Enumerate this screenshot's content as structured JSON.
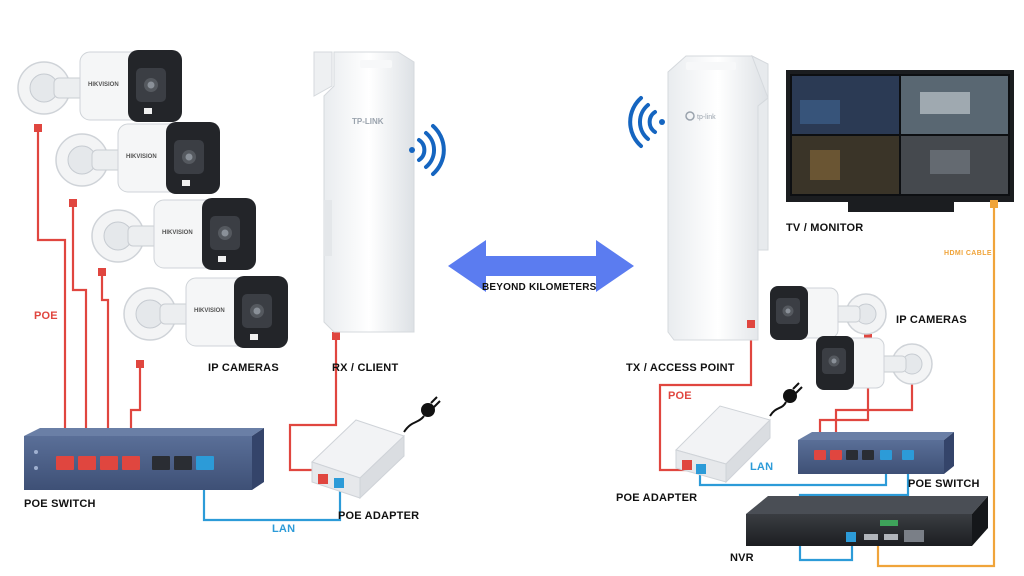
{
  "labels": {
    "ip_cameras_left": "IP CAMERAS",
    "rx_client": "RX / CLIENT",
    "poe_left": "POE",
    "poe_switch_left": "POE SWITCH",
    "lan_left": "LAN",
    "poe_adapter_left": "POE ADAPTER",
    "beyond": "BEYOND KILOMETERS",
    "tx_ap": "TX / ACCESS POINT",
    "poe_right": "POE",
    "poe_adapter_right": "POE ADAPTER",
    "lan_right": "LAN",
    "ip_cameras_right": "IP CAMERAS",
    "poe_switch_right": "POE SWITCH",
    "tv_monitor": "TV / MONITOR",
    "hdmi_cable": "HDMI CABLE",
    "nvr": "NVR"
  },
  "brands": {
    "left_cpe": "TP-LINK",
    "right_cpe": "tp-link",
    "camera": "HIKVISION"
  },
  "colors": {
    "poe": "#e0463f",
    "lan": "#2c9bd8",
    "hdmi": "#f0a43a",
    "arrow": "#5b7cf0",
    "switch": "#4a5f86"
  }
}
